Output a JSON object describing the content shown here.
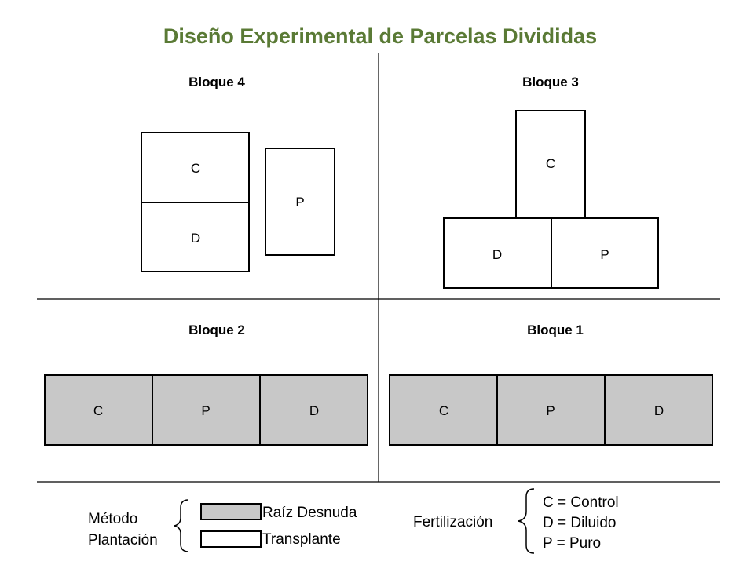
{
  "title": "Diseño Experimental de Parcelas Divididas",
  "colors": {
    "title": "#5a7a35",
    "shaded": "#c8c8c8",
    "plain": "#ffffff"
  },
  "blocks": {
    "b4": {
      "label": "Bloque 4",
      "planting": "Transplante",
      "plots": [
        "C",
        "D",
        "P"
      ]
    },
    "b3": {
      "label": "Bloque 3",
      "planting": "Transplante",
      "plots": [
        "C",
        "D",
        "P"
      ]
    },
    "b2": {
      "label": "Bloque 2",
      "planting": "Raíz Desnuda",
      "plots": [
        "C",
        "P",
        "D"
      ]
    },
    "b1": {
      "label": "Bloque 1",
      "planting": "Raíz Desnuda",
      "plots": [
        "C",
        "P",
        "D"
      ]
    }
  },
  "legend": {
    "method_line1": "Método",
    "method_line2": "Plantación",
    "bare_root": "Raíz Desnuda",
    "transplant": "Transplante",
    "fert_label": "Fertilización",
    "fert_items": [
      "C = Control",
      "D = Diluido",
      "P = Puro"
    ]
  }
}
